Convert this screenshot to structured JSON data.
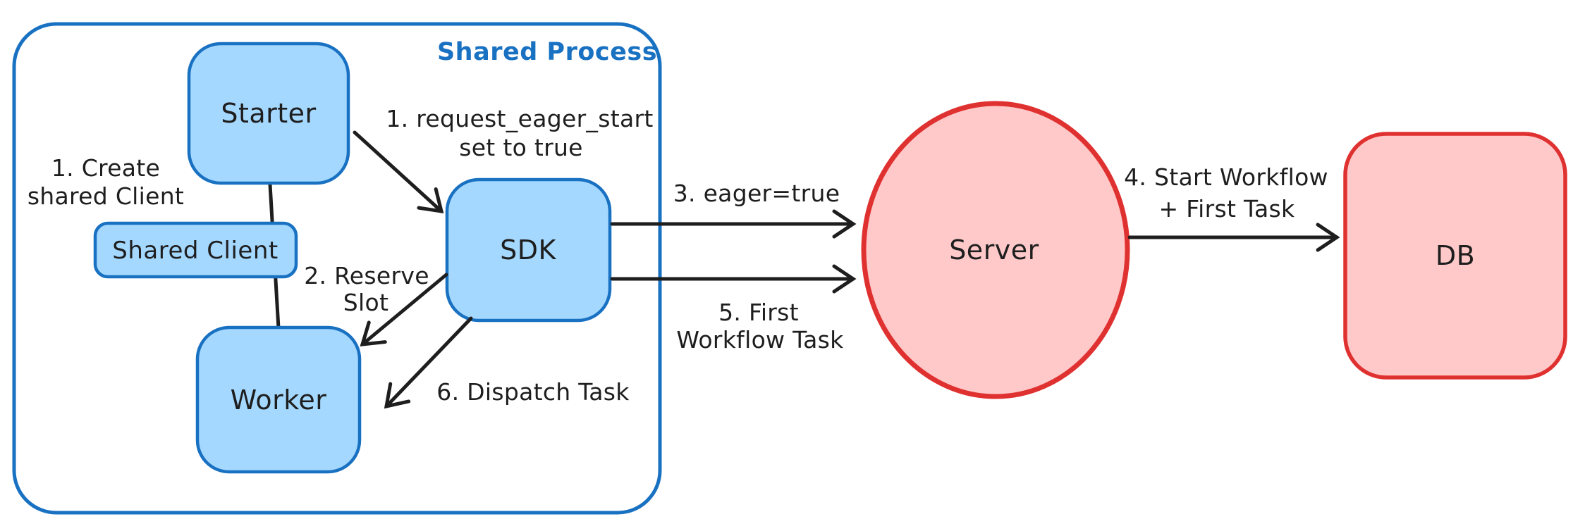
{
  "container": {
    "label": "Shared Process"
  },
  "nodes": {
    "starter": {
      "label": "Starter"
    },
    "shared_client": {
      "label": "Shared Client"
    },
    "worker": {
      "label": "Worker"
    },
    "sdk": {
      "label": "SDK"
    },
    "server": {
      "label": "Server"
    },
    "db": {
      "label": "DB"
    }
  },
  "annotations": {
    "create_shared_client": {
      "line1": "1. Create",
      "line2": "shared Client"
    },
    "request_eager_start": {
      "line1": "1. request_eager_start",
      "line2": "set to true"
    },
    "reserve_slot": {
      "line1": "2. Reserve",
      "line2": "Slot"
    },
    "dispatch_task": {
      "label": "6. Dispatch Task"
    },
    "eager_true": {
      "label": "3. eager=true"
    },
    "first_workflow_task": {
      "line1": "5. First",
      "line2": "Workflow Task"
    },
    "start_workflow": {
      "line1": "4. Start Workflow",
      "line2": "+ First Task"
    }
  },
  "colors": {
    "blue_stroke": "#1971c2",
    "blue_fill": "#a5d8ff",
    "red_stroke": "#e03131",
    "red_fill": "#ffc9c9",
    "text": "#1e1e1e",
    "background": "#ffffff"
  }
}
